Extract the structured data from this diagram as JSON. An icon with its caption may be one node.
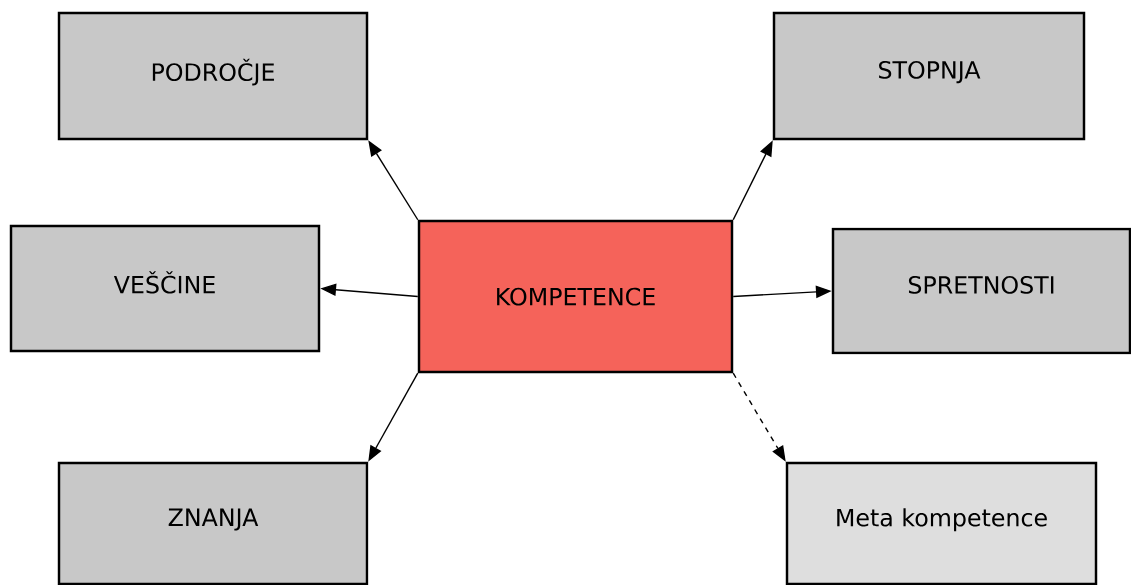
{
  "diagram": {
    "nodes": [
      {
        "text": [
          "PODROČJE"
        ]
      },
      {
        "text": [
          "STOPNJA"
        ]
      },
      {
        "text": [
          "VEŠČINE"
        ]
      },
      {
        "text": [
          "KOMPETENCE"
        ]
      },
      {
        "text": [
          "SPRETNOSTI"
        ]
      },
      {
        "text": [
          "ZNANJA"
        ]
      },
      {
        "text": [
          "Meta kompetence"
        ]
      }
    ],
    "edges": [
      {
        "from": 3,
        "to": 0,
        "arrow": "to"
      },
      {
        "from": 3,
        "to": 1,
        "arrow": "to"
      },
      {
        "from": 3,
        "to": 2,
        "arrow": "to"
      },
      {
        "from": 3,
        "to": 4,
        "arrow": "to"
      },
      {
        "from": 3,
        "to": 5,
        "arrow": "to"
      },
      {
        "from": 3,
        "to": 6,
        "arrow": "to",
        "style": "dashed"
      }
    ]
  }
}
